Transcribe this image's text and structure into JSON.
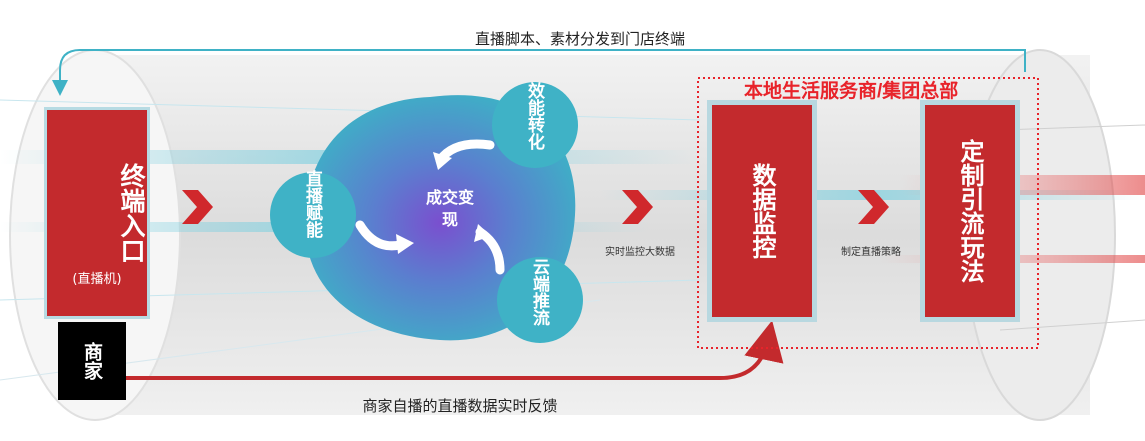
{
  "feedback_top": "直播脚本、素材分发到门店终端",
  "feedback_bottom": "商家自播的直播数据实时反馈",
  "terminal": {
    "title": "终端入口",
    "subtitle": "(直播机)"
  },
  "merchant": "商家",
  "hq_title": "本地生活服务商/集团总部",
  "cycle": {
    "center": "成交变现",
    "left": "直播赋能",
    "top": "效能转化",
    "bottom": "云端推流"
  },
  "realtime_label": "实时监控大数据",
  "strategy_label": "制定直播策略",
  "data_monitor": "数据监控",
  "custom_play": "定制引流玩法",
  "colors": {
    "red": "#c32a2d",
    "accent_red": "#e8232a",
    "teal": "#3fb2c6",
    "violet": "#6a4bb5"
  }
}
